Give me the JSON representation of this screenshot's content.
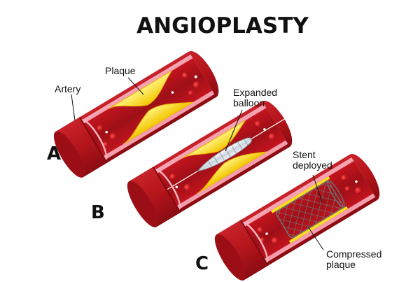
{
  "title": "ANGIOPLASTY",
  "panels": {
    "a": {
      "letter": "A",
      "artery": "Artery",
      "plaque": "Plaque"
    },
    "b": {
      "letter": "B",
      "balloon_line1": "Expanded",
      "balloon_line2": "balloon"
    },
    "c": {
      "letter": "C",
      "stent_line1": "Stent",
      "stent_line2": "deployed",
      "compressed_line1": "Compressed",
      "compressed_line2": "plaque"
    }
  },
  "colors": {
    "vessel_outer": "#b3141a",
    "vessel_dark": "#7d0a10",
    "lumen": "#f28a9a",
    "blood": "#b5121b",
    "blood_cell": "#d62828",
    "plaque": "#f8e020",
    "plaque_edge": "#e8b800",
    "stent": "#6f7175",
    "balloon": "#dfe7ef"
  }
}
